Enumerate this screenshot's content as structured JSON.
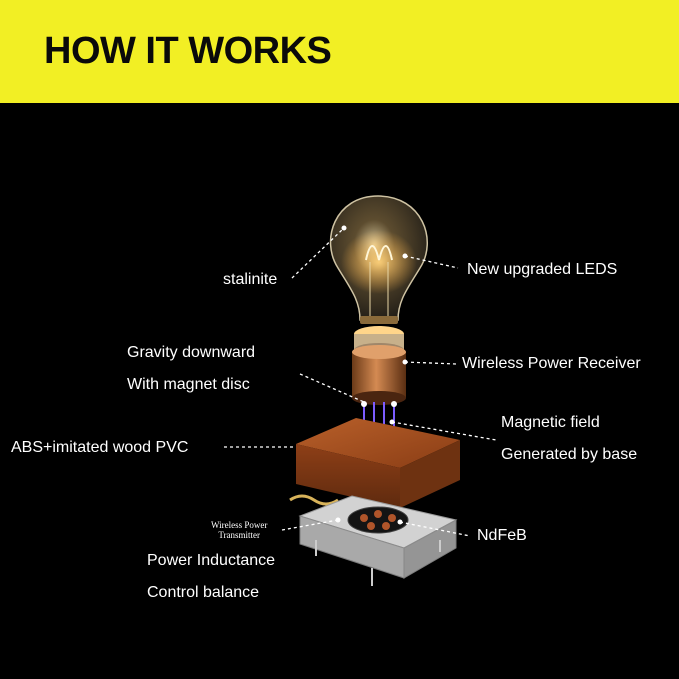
{
  "header": {
    "title": "HOW IT WORKS"
  },
  "colors": {
    "banner": "#f2ef24",
    "background": "#000000",
    "label": "#ffffff",
    "wood": "#9b4a1d",
    "copper": "#b87333"
  },
  "labels": {
    "stalinite": "stalinite",
    "leds": "New upgraded LEDS",
    "gravity_line1": "Gravity downward",
    "gravity_line2": "With magnet disc",
    "receiver": "Wireless Power Receiver",
    "abs": "ABS+imitated wood PVC",
    "magnetic_line1": "Magnetic field",
    "magnetic_line2": "Generated by base",
    "transmitter_line1": "Wireless Power",
    "transmitter_line2": "Transmitter",
    "ndfeb": "NdFeB",
    "power_line1": "Power Inductance",
    "power_line2": "Control balance"
  }
}
